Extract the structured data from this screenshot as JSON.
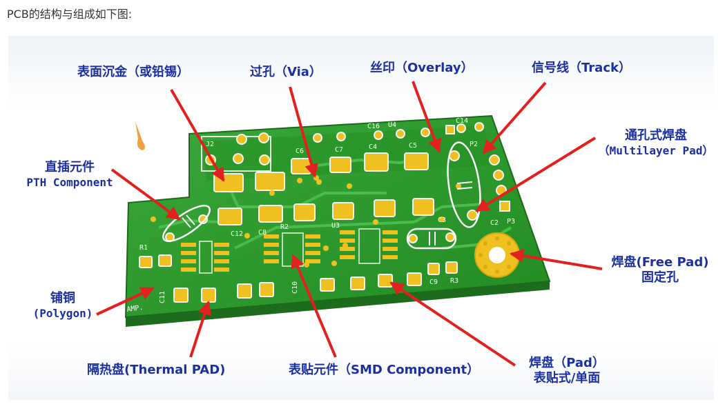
{
  "caption": "PCB的结构与组成如下图:",
  "labels": {
    "surface_gold": "表面沉金（或铅锡）",
    "via": "过孔（Via）",
    "overlay": "丝印（Overlay）",
    "track": "信号线（Track）",
    "multilayer_pad_cn": "通孔式焊盘",
    "multilayer_pad_en": "（Multilayer Pad）",
    "pth_cn": "直插元件",
    "pth_en": "PTH Component",
    "free_pad_cn": "焊盘(Free Pad)",
    "free_pad_cn2": "固定孔",
    "polygon_cn": "铺铜",
    "polygon_en": "(Polygon)",
    "thermal_pad": "隔热盘(Thermal PAD)",
    "smd_component": "表贴元件（SMD Component）",
    "pad_cn": "焊盘（Pad）",
    "pad_cn2": "表贴式/单面"
  },
  "silkscreen": {
    "j2": "J2",
    "c6": "C6",
    "c7": "C7",
    "c16": "C16",
    "u4": "U4",
    "c4": "C4",
    "c5": "C5",
    "c14": "C14",
    "p2": "P2",
    "c12": "C12",
    "c8": "C8",
    "r2": "R2",
    "u3": "U3",
    "c3": "C3",
    "c2": "C2",
    "p3": "P3",
    "r1": "R1",
    "c9": "C9",
    "r3": "R3",
    "c11": "C11",
    "c10": "C10",
    "amp": "AMP."
  },
  "colors": {
    "board": "#2a9a2a",
    "board_dark": "#1f7f1f",
    "pad": "#f0c020",
    "label": "#1c2f9f",
    "arrow": "#e32020"
  }
}
